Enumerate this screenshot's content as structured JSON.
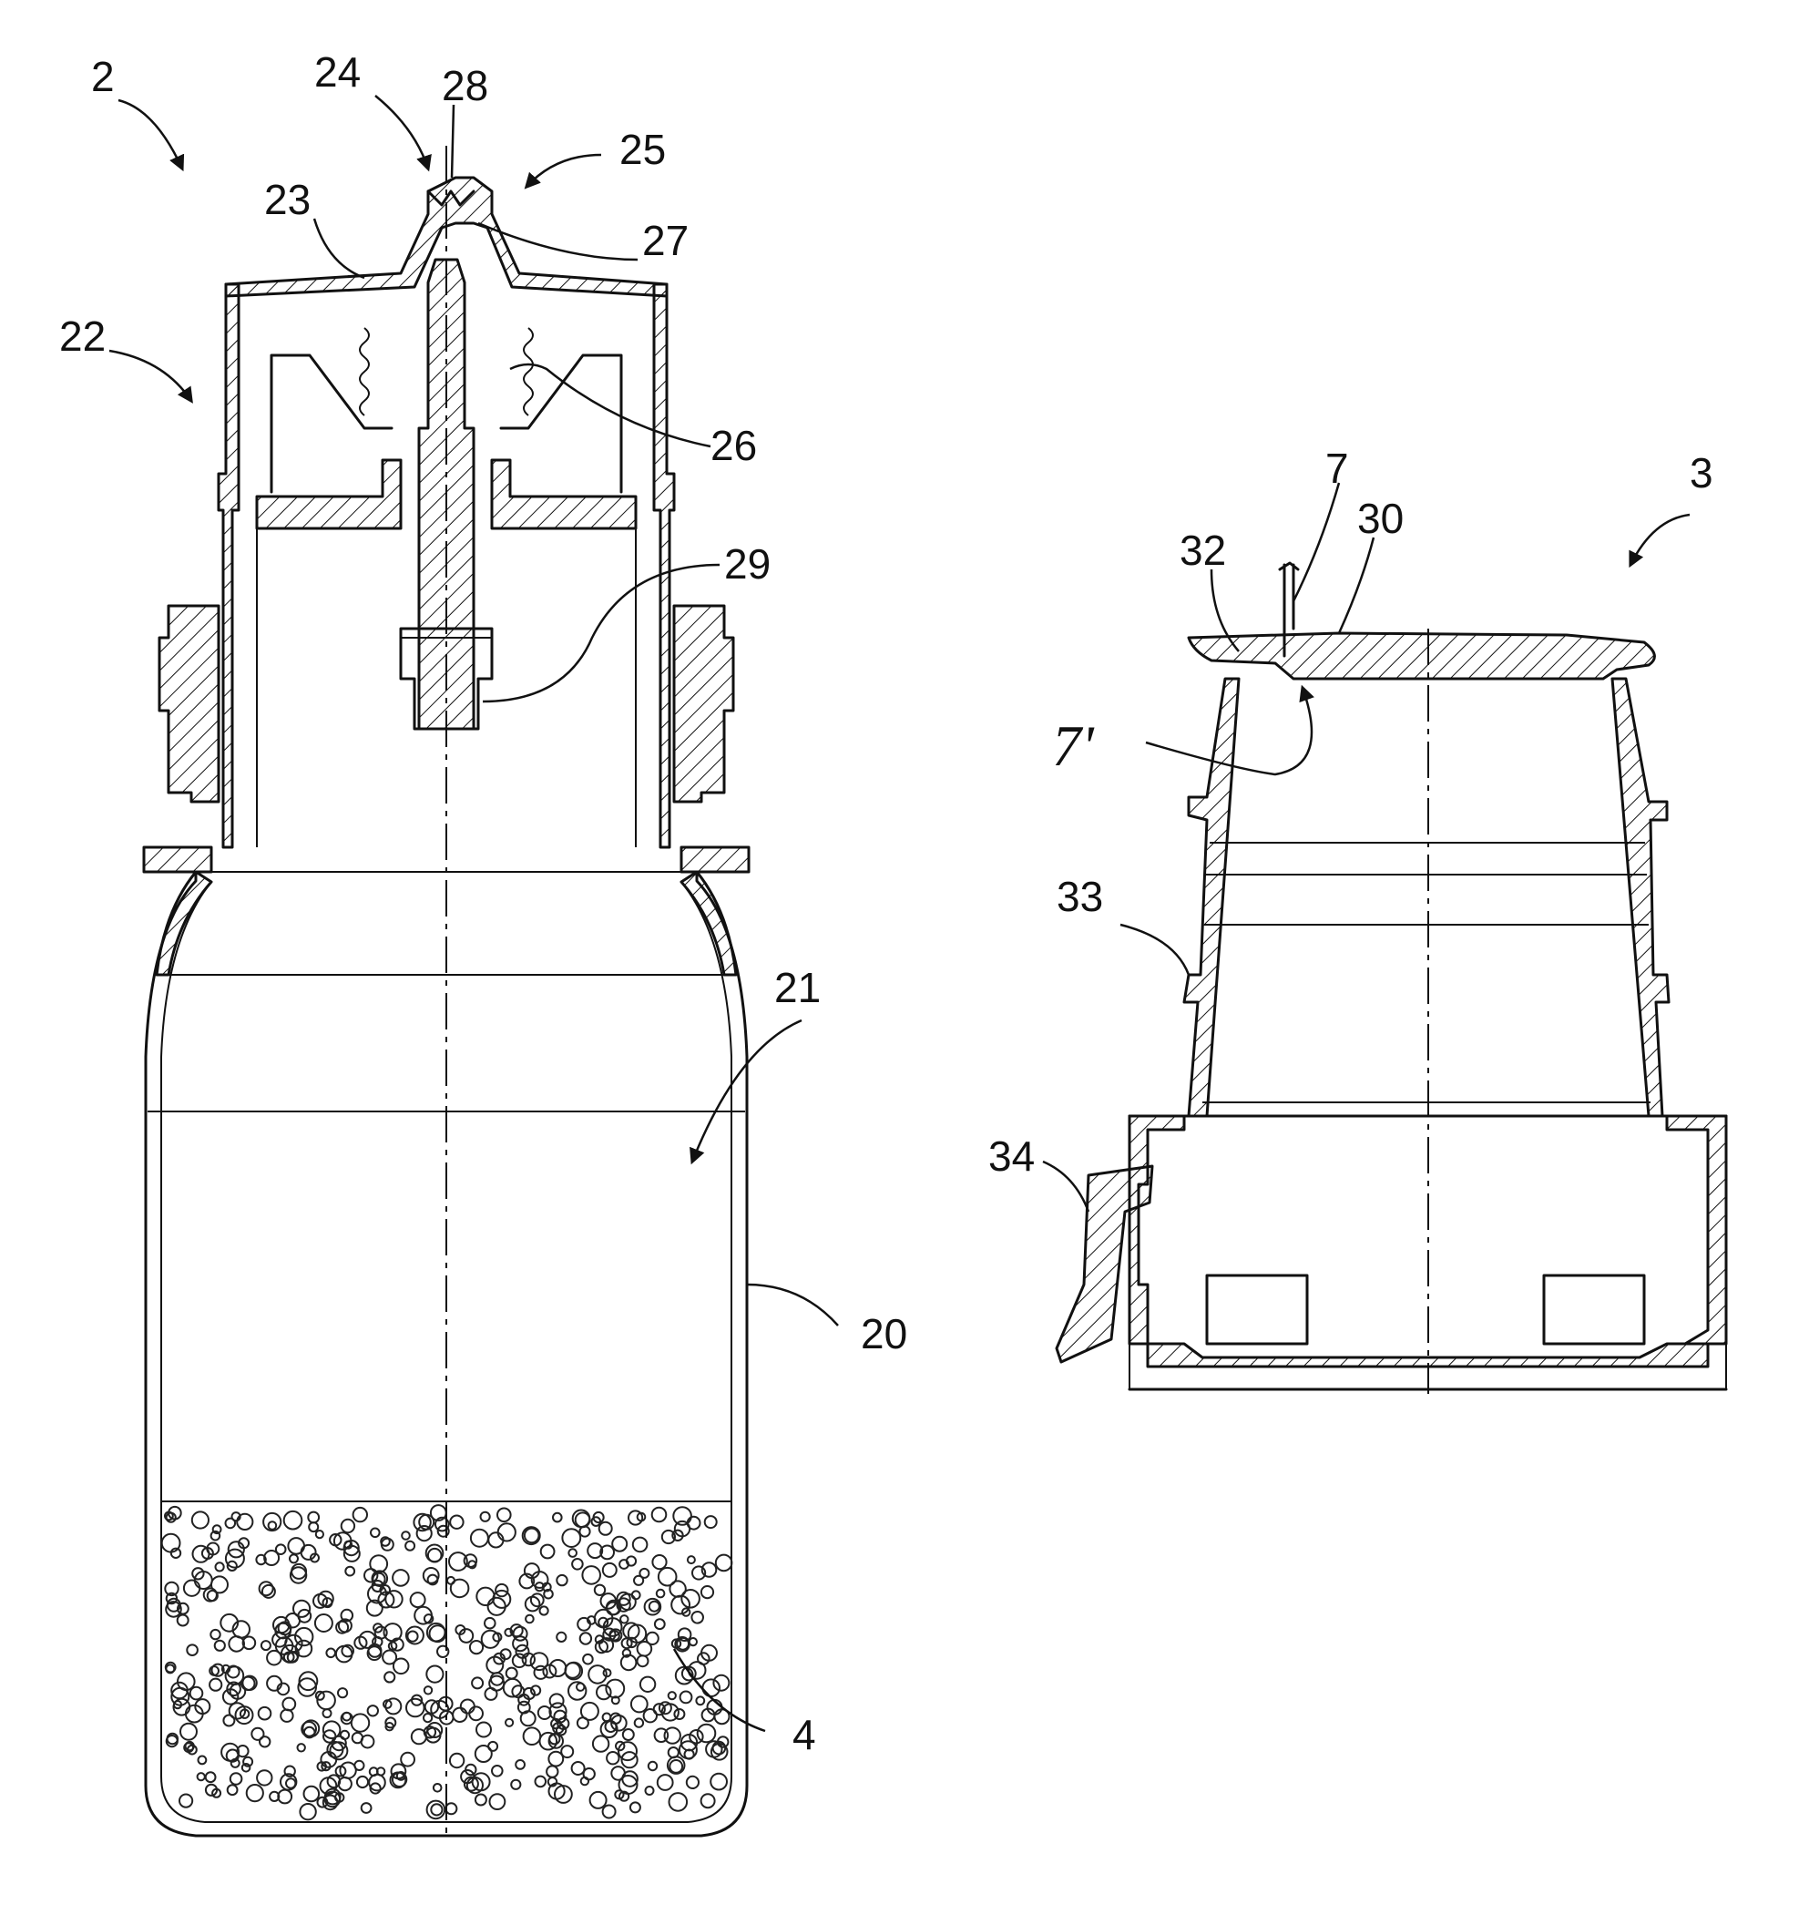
{
  "labels": {
    "l2": "2",
    "l24": "24",
    "l28": "28",
    "l25": "25",
    "l23": "23",
    "l27": "27",
    "l22": "22",
    "l26": "26",
    "l29": "29",
    "l21": "21",
    "l20": "20",
    "l4": "4",
    "l3": "3",
    "l7": "7",
    "l30": "30",
    "l32": "32",
    "l7p": "7'",
    "l33": "33",
    "l34": "34"
  }
}
